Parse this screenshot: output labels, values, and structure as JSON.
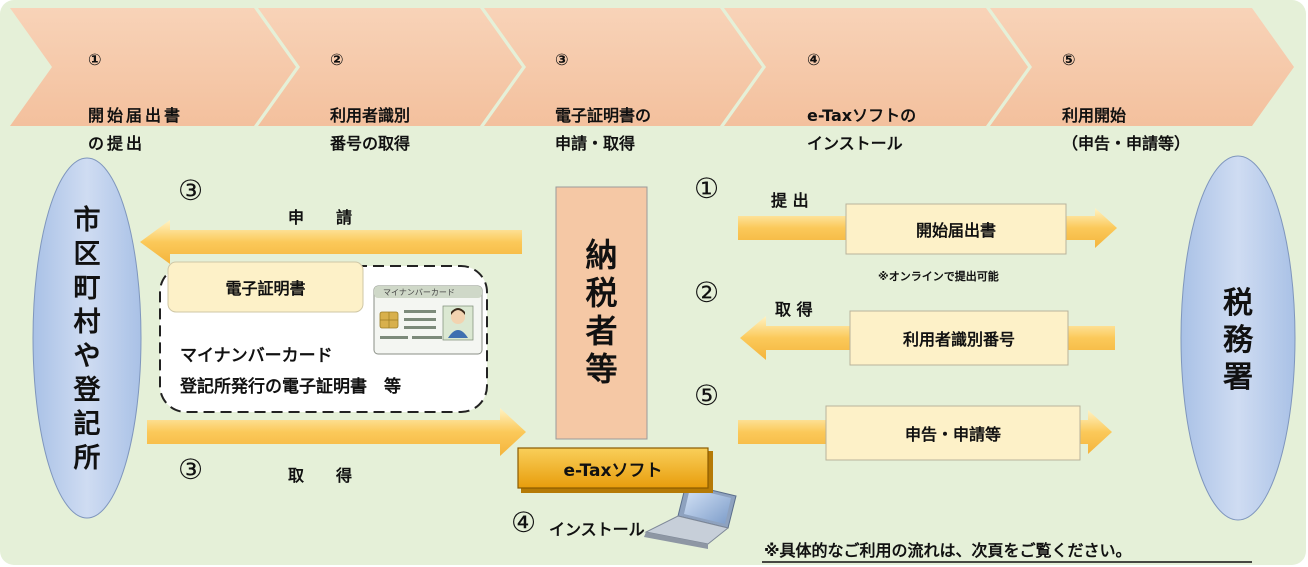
{
  "steps": [
    {
      "num": "①",
      "label": "開始届出書\nの提出"
    },
    {
      "num": "②",
      "label": "利用者識別\n番号の取得"
    },
    {
      "num": "③",
      "label": "電子証明書の\n申請・取得"
    },
    {
      "num": "④",
      "label": "e-Taxソフトの\nインストール"
    },
    {
      "num": "⑤",
      "label": "利用開始\n（申告・申請等）"
    }
  ],
  "left_entity": {
    "chars": [
      "市",
      "区",
      "町",
      "村",
      "や",
      "登",
      "記",
      "所"
    ]
  },
  "right_entity": {
    "chars": [
      "税",
      "務",
      "署"
    ]
  },
  "center_entity": {
    "chars": [
      "納",
      "税",
      "者",
      "等"
    ]
  },
  "left_flows": {
    "apply": {
      "num": "③",
      "label": "申　　請"
    },
    "acquire": {
      "num": "③",
      "label": "取　　得"
    }
  },
  "certificate": {
    "title": "電子証明書",
    "line1": "マイナンバーカード",
    "line2": "登記所発行の電子証明書　等",
    "card_header": "マイナンバーカード"
  },
  "right_flows": {
    "submit": {
      "num": "①",
      "verb": "提 出",
      "box": "開始届出書",
      "note": "※オンラインで提出可能"
    },
    "acquire": {
      "num": "②",
      "verb": "取 得",
      "box": "利用者識別番号"
    },
    "start": {
      "num": "⑤",
      "box": "申告・申請等"
    }
  },
  "software": {
    "button": "e-Taxソフト",
    "num": "④",
    "install": "インストール"
  },
  "footer_note": "※具体的なご利用の流れは、次頁をご覧ください。",
  "colors": {
    "background": "#e5f0d8",
    "chevron": "#f5c8a5",
    "center_box": "#f5c8a5",
    "oval": "#b9cdea",
    "arrow": "#fbc95a",
    "label_box": "#fdf1c8",
    "software_button": "#f2b11a"
  }
}
